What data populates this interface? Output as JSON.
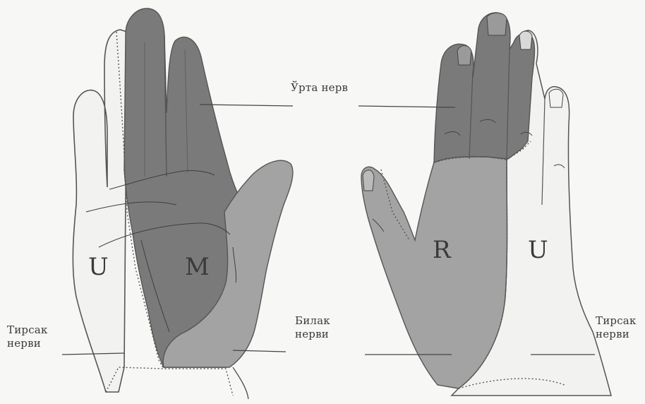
{
  "labels": {
    "median_nerve": "Ўрта нерв",
    "ulnar_nerve_left_line1": "Тирсак",
    "ulnar_nerve_left_line2": "нерви",
    "radial_nerve_line1": "Билак",
    "radial_nerve_line2": "нерви",
    "ulnar_nerve_right_line1": "Тирсак",
    "ulnar_nerve_right_line2": "нерви"
  },
  "zones": {
    "palm_ulnar": "U",
    "palm_median": "M",
    "back_radial": "R",
    "back_ulnar": "U"
  },
  "colors": {
    "median_zone": "#7a7a7a",
    "radial_zone": "#a3a3a3",
    "ulnar_zone": "#f2f2f0",
    "outline": "#444444"
  }
}
